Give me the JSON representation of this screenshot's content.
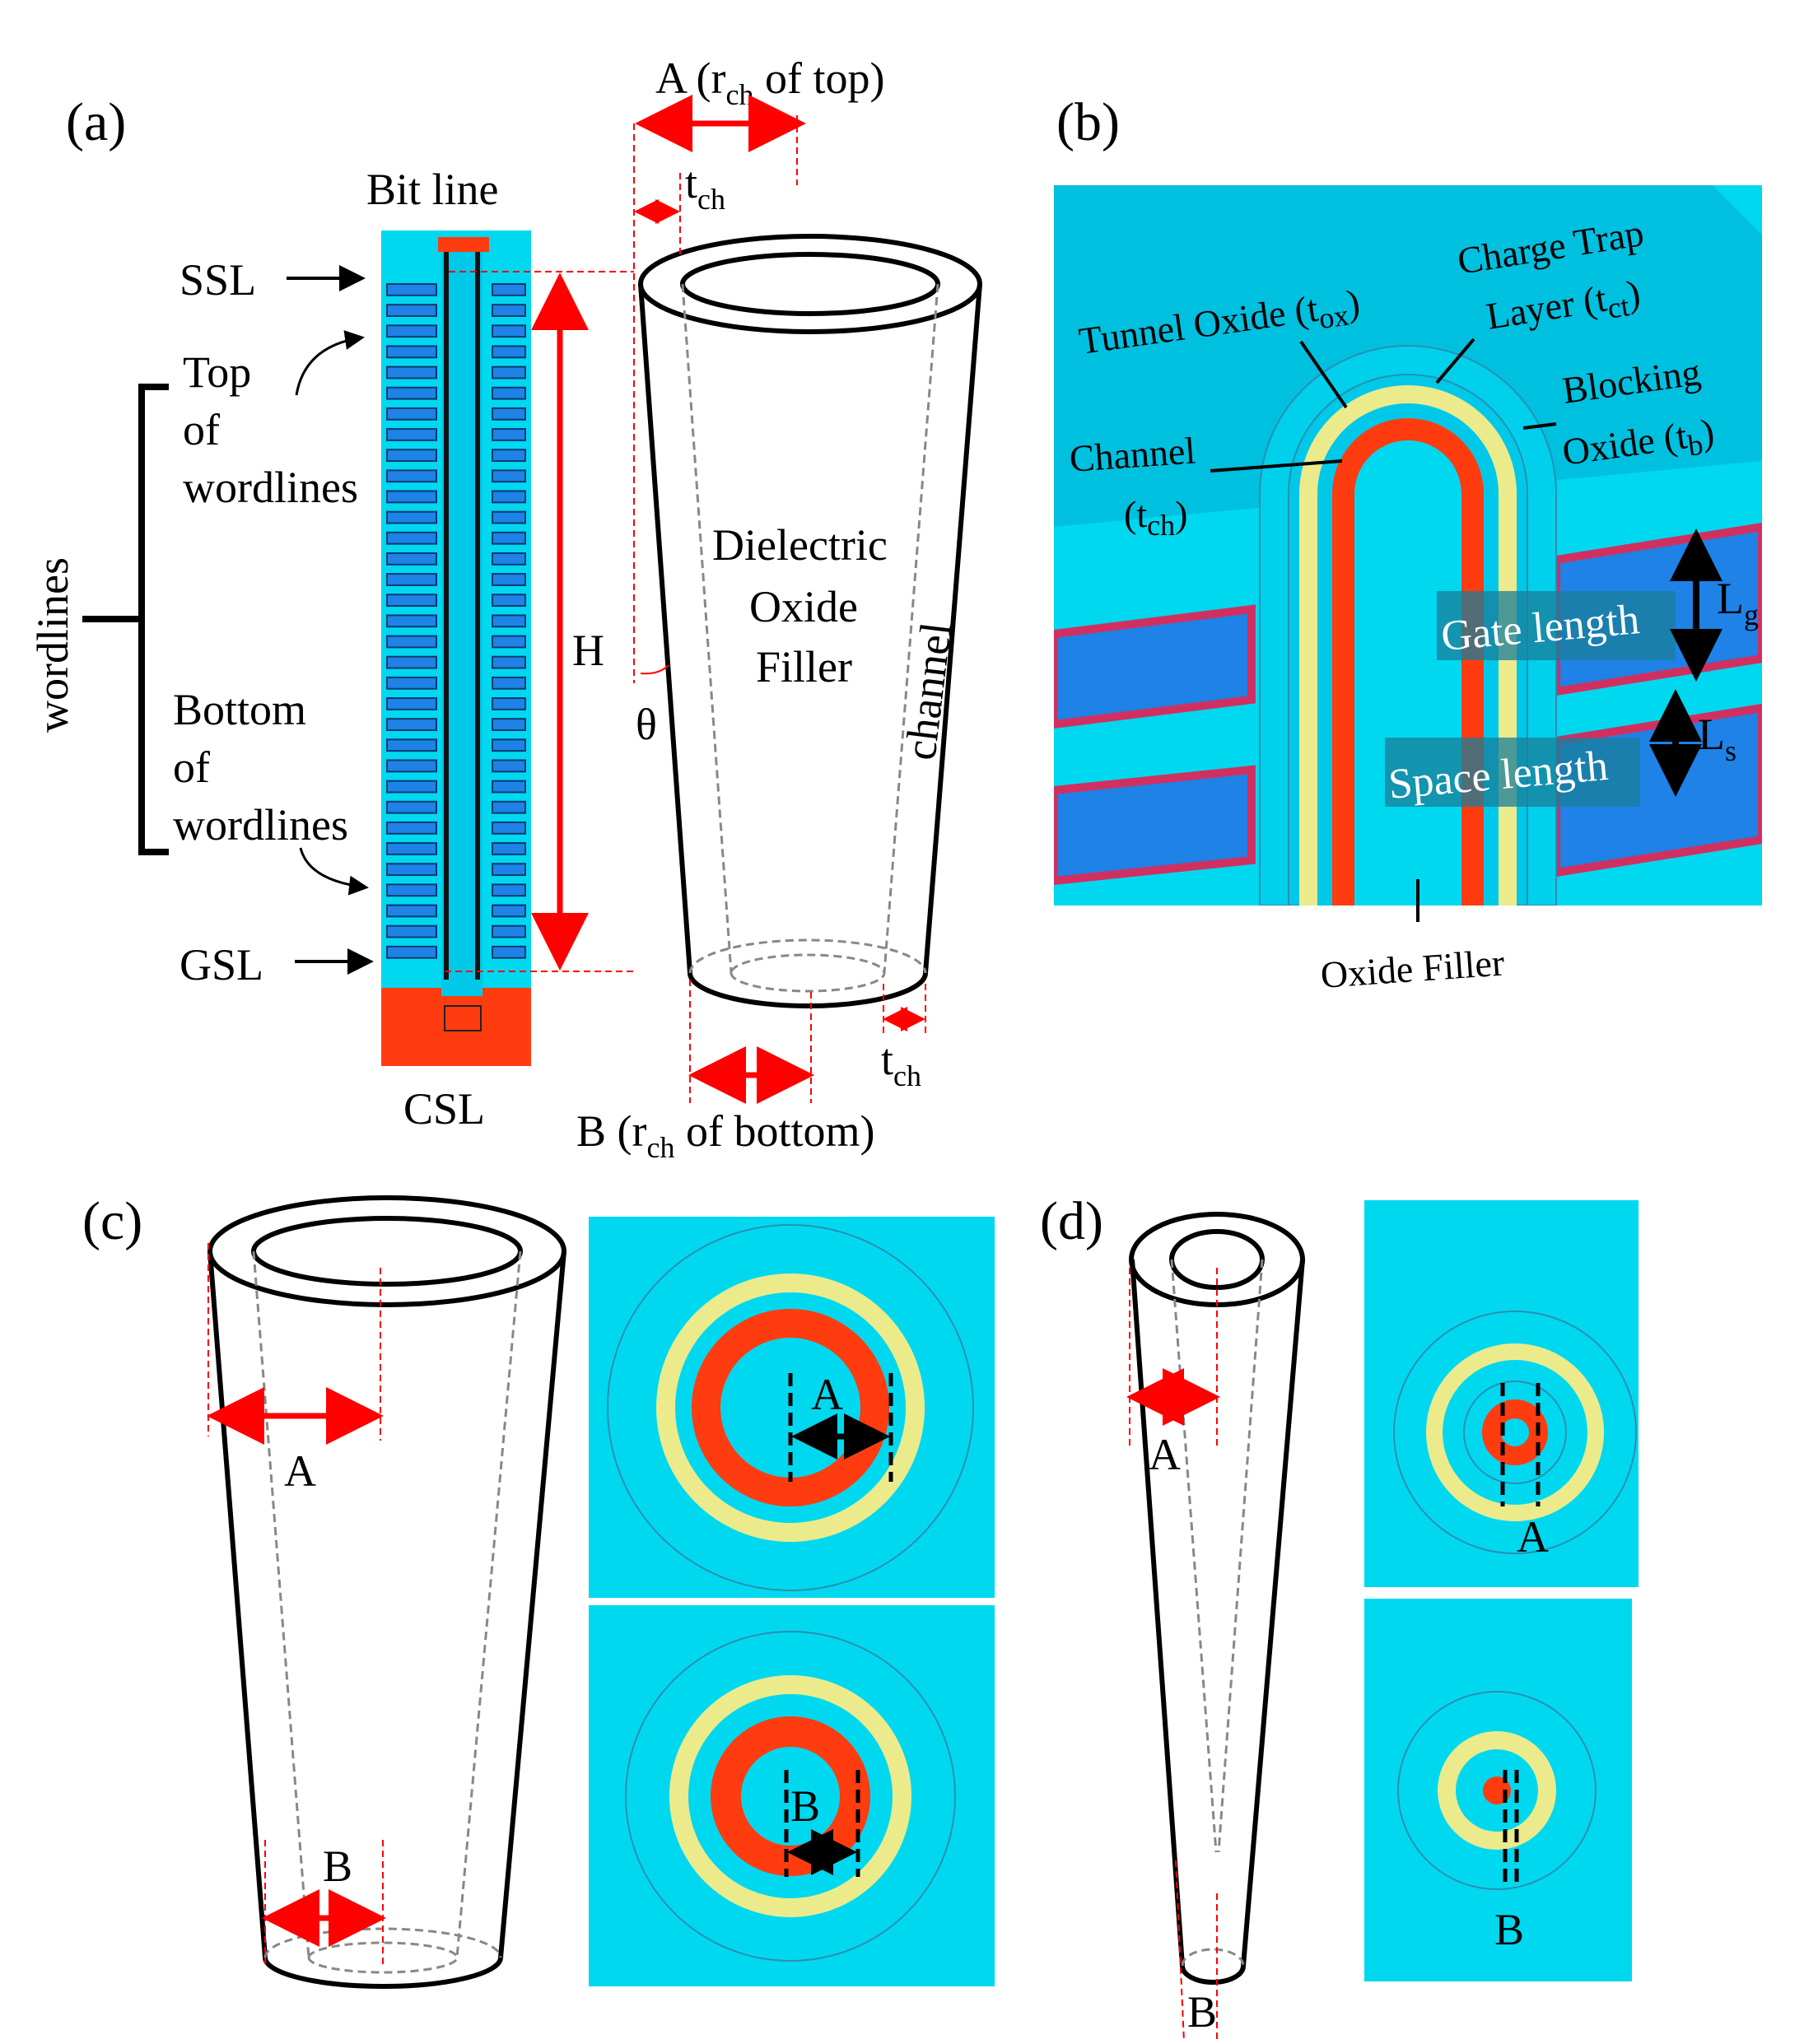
{
  "colors": {
    "cyan": "#00d8f0",
    "cyan_dark": "#00b8e6",
    "blue": "#1e82e6",
    "yellow": "#ebeb8c",
    "orange": "#ff3c10",
    "red": "#ff0000",
    "black": "#000000"
  },
  "panel_a": {
    "tag": "(a)",
    "bit_line": "Bit line",
    "ssl": "SSL",
    "gsl": "GSL",
    "csl": "CSL",
    "top_of": "Top",
    "top_of2": "of",
    "top_of3": "wordlines",
    "bottom_of": "Bottom",
    "bottom_of2": "of",
    "bottom_of3": "wordlines",
    "wordlines": "wordlines",
    "h": "H",
    "theta": "θ",
    "filler1": "Dielectric",
    "filler2": "Oxide",
    "filler3": "Filler",
    "channel": "channel",
    "top_a": "A (r",
    "top_a_sub": "ch",
    "top_a_end": " of top)",
    "tch": "t",
    "tch_sub": "ch",
    "bottom_b": "B (r",
    "bottom_b_sub": "ch",
    "bottom_b_end": " of bottom)"
  },
  "panel_b": {
    "tag": "(b)",
    "charge_trap1": "Charge Trap",
    "charge_trap2": "Layer (t",
    "charge_trap2_sub": "ct",
    "charge_trap2_end": ")",
    "tunnel": "Tunnel Oxide (t",
    "tunnel_sub": "ox",
    "tunnel_end": ")",
    "blocking1": "Blocking",
    "blocking2": "Oxide (t",
    "blocking2_sub": "b",
    "blocking2_end": ")",
    "channel1": "Channel",
    "channel2": "(t",
    "channel2_sub": "ch",
    "channel2_end": ")",
    "gate_length": "Gate length",
    "space_length": "Space length",
    "lg": "L",
    "lg_sub": "g",
    "ls": "L",
    "ls_sub": "s",
    "oxide_filler": "Oxide Filler"
  },
  "panel_c": {
    "tag": "(c)",
    "a": "A",
    "b": "B",
    "a_top_view": "A",
    "b_bottom_view": "B"
  },
  "panel_d": {
    "tag": "(d)",
    "a": "A",
    "b": "B",
    "a_top_view": "A",
    "b_bottom_view": "B"
  }
}
